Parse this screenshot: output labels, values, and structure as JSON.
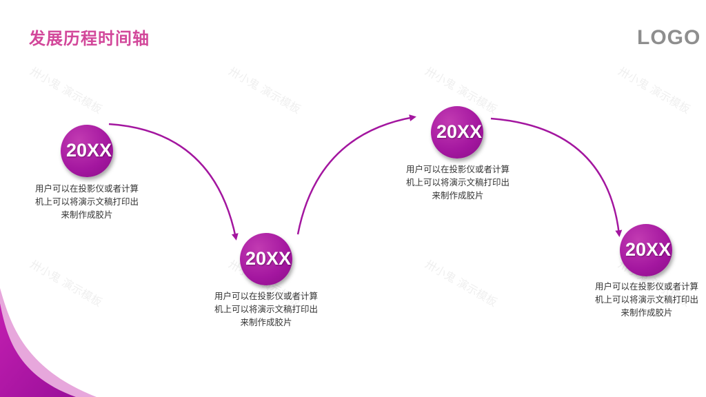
{
  "slide": {
    "title": "发展历程时间轴",
    "logo": "LOGO",
    "watermark_text": "卅小鬼 演示模板"
  },
  "colors": {
    "title": "#d2479a",
    "node": "#a3169f",
    "arrow": "#a3169f",
    "logo": "#8e8e8e"
  },
  "timeline": [
    {
      "year": "20XX",
      "desc": "用户可以在投影仪或者计算机上可以将演示文稿打印出来制作成胶片"
    },
    {
      "year": "20XX",
      "desc": "用户可以在投影仪或者计算机上可以将演示文稿打印出来制作成胶片"
    },
    {
      "year": "20XX",
      "desc": "用户可以在投影仪或者计算机上可以将演示文稿打印出来制作成胶片"
    },
    {
      "year": "20XX",
      "desc": "用户可以在投影仪或者计算机上可以将演示文稿打印出来制作成胶片"
    }
  ]
}
